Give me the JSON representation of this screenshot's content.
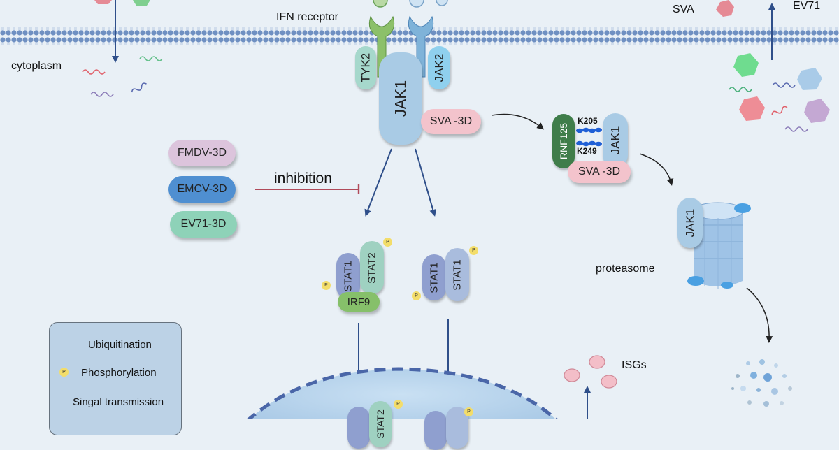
{
  "labels": {
    "ifn_receptor": "IFN receptor",
    "cytoplasm": "cytoplasm",
    "sva": "SVA",
    "ev71": "EV71",
    "inhibition": "inhibition",
    "proteasome": "proteasome",
    "isgs": "ISGs"
  },
  "proteins": {
    "tyk2": "TYK2",
    "jak2": "JAK2",
    "jak1": "JAK1",
    "sva_3d": "SVA -3D",
    "fmdv_3d": "FMDV-3D",
    "emcv_3d": "EMCV-3D",
    "ev71_3d": "EV71-3D",
    "rnf125": "RNF125",
    "k205": "K205",
    "k249": "K249",
    "stat1": "STAT1",
    "stat2": "STAT2",
    "irf9": "IRF9",
    "p": "P"
  },
  "legend": {
    "ubiquitination": "Ubiquitination",
    "phosphorylation": "Phosphorylation",
    "signal_transmission": "Singal transmission"
  },
  "colors": {
    "background": "#e9f0f6",
    "membrane": "#6f90c2",
    "arrow": "#2f4f8a",
    "inhibition": "#b04a5a",
    "jak1": "#a9cbe5",
    "tyk2": "#a6d8cc",
    "jak2": "#8fd0ee",
    "sva_3d": "#f3c3cc",
    "fmdv_3d": "#dcc4dc",
    "emcv_3d": "#4f8fd1",
    "ev71_3d": "#8ed2b8",
    "rnf125": "#3f7d4a",
    "stat1": "#8f9fcf",
    "stat2": "#9fd1c1",
    "irf9": "#86c06a",
    "phospho": "#f3dd6a",
    "nucleus": "#bcd7ee",
    "legend_bg": "#bcd2e6"
  }
}
